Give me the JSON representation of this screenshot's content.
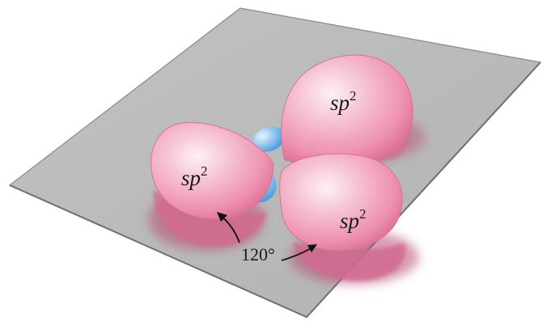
{
  "diagram": {
    "lobes": [
      {
        "id": "top-right",
        "label": "sp",
        "superscript": "2"
      },
      {
        "id": "left",
        "label": "sp",
        "superscript": "2"
      },
      {
        "id": "bottom-right",
        "label": "sp",
        "superscript": "2"
      }
    ],
    "angle_label": "120°",
    "colors": {
      "plane": "#b9b9b9",
      "plane_edge": "#7d7d7d",
      "lobe_pink": "#ef8fae",
      "lobe_highlight": "#fbe3ea",
      "lobe_shadow": "#c2567b",
      "small_lobe_blue": "#6fb0e6",
      "small_lobe_highlight": "#d6ebfb"
    }
  }
}
